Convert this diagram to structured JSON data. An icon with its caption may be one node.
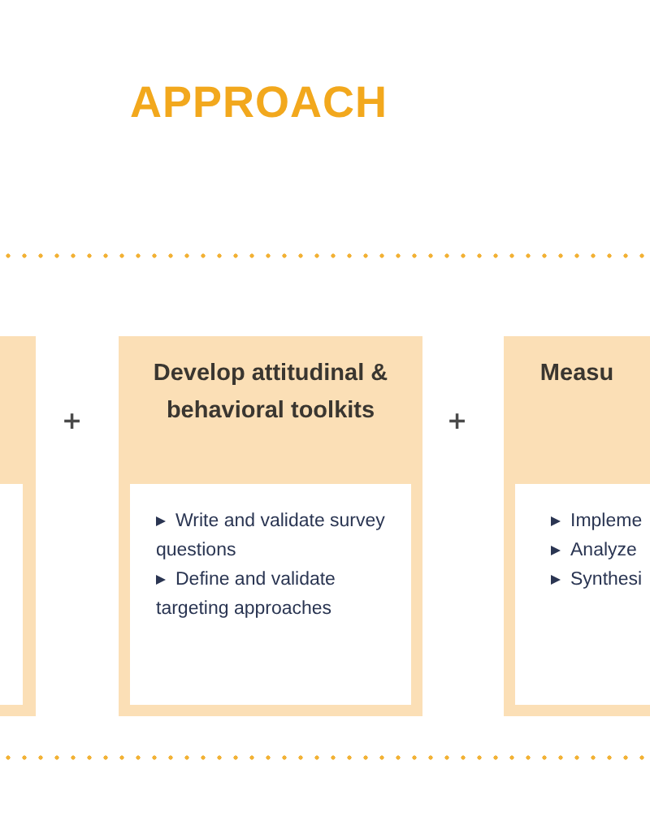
{
  "diagram": {
    "title": "APPROACH",
    "nodes": [
      {
        "text": [],
        "shape": "box"
      },
      {
        "text": [
          "Develop attitudinal & behavioral toolkits"
        ]
      },
      {
        "text": [
          "Write and validate survey questions",
          "Define and validate targeting approaches"
        ],
        "in": 1
      },
      {
        "text": [
          "Measu"
        ]
      },
      {
        "text": [
          "Impleme",
          "Analyze",
          "Synthesi"
        ],
        "in": 3
      }
    ],
    "labels": [
      "+",
      "+"
    ]
  }
}
